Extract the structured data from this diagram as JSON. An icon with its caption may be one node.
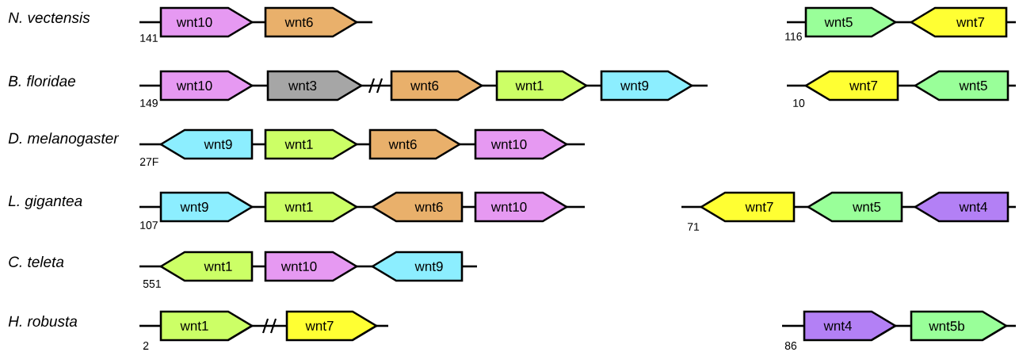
{
  "diagram": {
    "nodes": [
      {
        "text": [
          "wnt10"
        ],
        "beside": [
          "141"
        ]
      },
      {
        "text": [
          "wnt6"
        ]
      },
      {
        "text": [
          "wnt5"
        ],
        "beside": [
          "116"
        ]
      },
      {
        "text": [
          "wnt7"
        ]
      },
      {
        "text": [
          "wnt10"
        ],
        "beside": [
          "149"
        ]
      },
      {
        "text": [
          "wnt3"
        ]
      },
      {
        "text": [
          "wnt6"
        ]
      },
      {
        "text": [
          "wnt1"
        ]
      },
      {
        "text": [
          "wnt9"
        ]
      },
      {
        "text": [
          "wnt7"
        ],
        "beside": [
          "10"
        ]
      },
      {
        "text": [
          "wnt5"
        ]
      },
      {
        "text": [
          "wnt9"
        ],
        "beside": [
          "27F"
        ]
      },
      {
        "text": [
          "wnt1"
        ]
      },
      {
        "text": [
          "wnt6"
        ]
      },
      {
        "text": [
          "wnt10"
        ]
      },
      {
        "text": [
          "wnt9"
        ],
        "beside": [
          "107"
        ]
      },
      {
        "text": [
          "wnt1"
        ]
      },
      {
        "text": [
          "wnt6"
        ]
      },
      {
        "text": [
          "wnt10"
        ]
      },
      {
        "text": [
          "wnt7"
        ],
        "beside": [
          "71"
        ]
      },
      {
        "text": [
          "wnt5"
        ]
      },
      {
        "text": [
          "wnt4"
        ]
      },
      {
        "text": [
          "wnt1"
        ],
        "beside": [
          "551"
        ]
      },
      {
        "text": [
          "wnt10"
        ]
      },
      {
        "text": [
          "wnt9"
        ]
      },
      {
        "text": [
          "wnt1"
        ],
        "beside": [
          "2"
        ]
      },
      {
        "text": [
          "wnt7"
        ]
      },
      {
        "text": [
          "wnt4"
        ],
        "beside": [
          "86"
        ]
      },
      {
        "text": [
          "wnt5b"
        ]
      }
    ],
    "edges": [
      {
        "from": 0,
        "to": 1,
        "arrow": "none"
      },
      {
        "from": 2,
        "to": 3,
        "arrow": "none"
      },
      {
        "from": 4,
        "to": 5,
        "arrow": "none"
      },
      {
        "from": 5,
        "to": 6,
        "arrow": "none"
      },
      {
        "from": 6,
        "to": 7,
        "arrow": "none"
      },
      {
        "from": 7,
        "to": 8,
        "arrow": "none"
      },
      {
        "from": 9,
        "to": 10,
        "arrow": "none"
      },
      {
        "from": 11,
        "to": 12,
        "arrow": "none"
      },
      {
        "from": 12,
        "to": 13,
        "arrow": "none"
      },
      {
        "from": 13,
        "to": 14,
        "arrow": "none"
      },
      {
        "from": 15,
        "to": 16,
        "arrow": "none"
      },
      {
        "from": 16,
        "to": 17,
        "arrow": "none"
      },
      {
        "from": 17,
        "to": 18,
        "arrow": "none"
      },
      {
        "from": 19,
        "to": 20,
        "arrow": "none"
      },
      {
        "from": 20,
        "to": 21,
        "arrow": "none"
      },
      {
        "from": 22,
        "to": 23,
        "arrow": "none"
      },
      {
        "from": 23,
        "to": 24,
        "arrow": "none"
      },
      {
        "from": 25,
        "to": 26,
        "arrow": "none"
      },
      {
        "from": 27,
        "to": 28,
        "arrow": "none"
      }
    ],
    "labels": [
      "N. vectensis",
      "B. floridae",
      "D. melanogaster",
      "L. gigantea",
      "C. teleta",
      "H. robusta"
    ]
  }
}
